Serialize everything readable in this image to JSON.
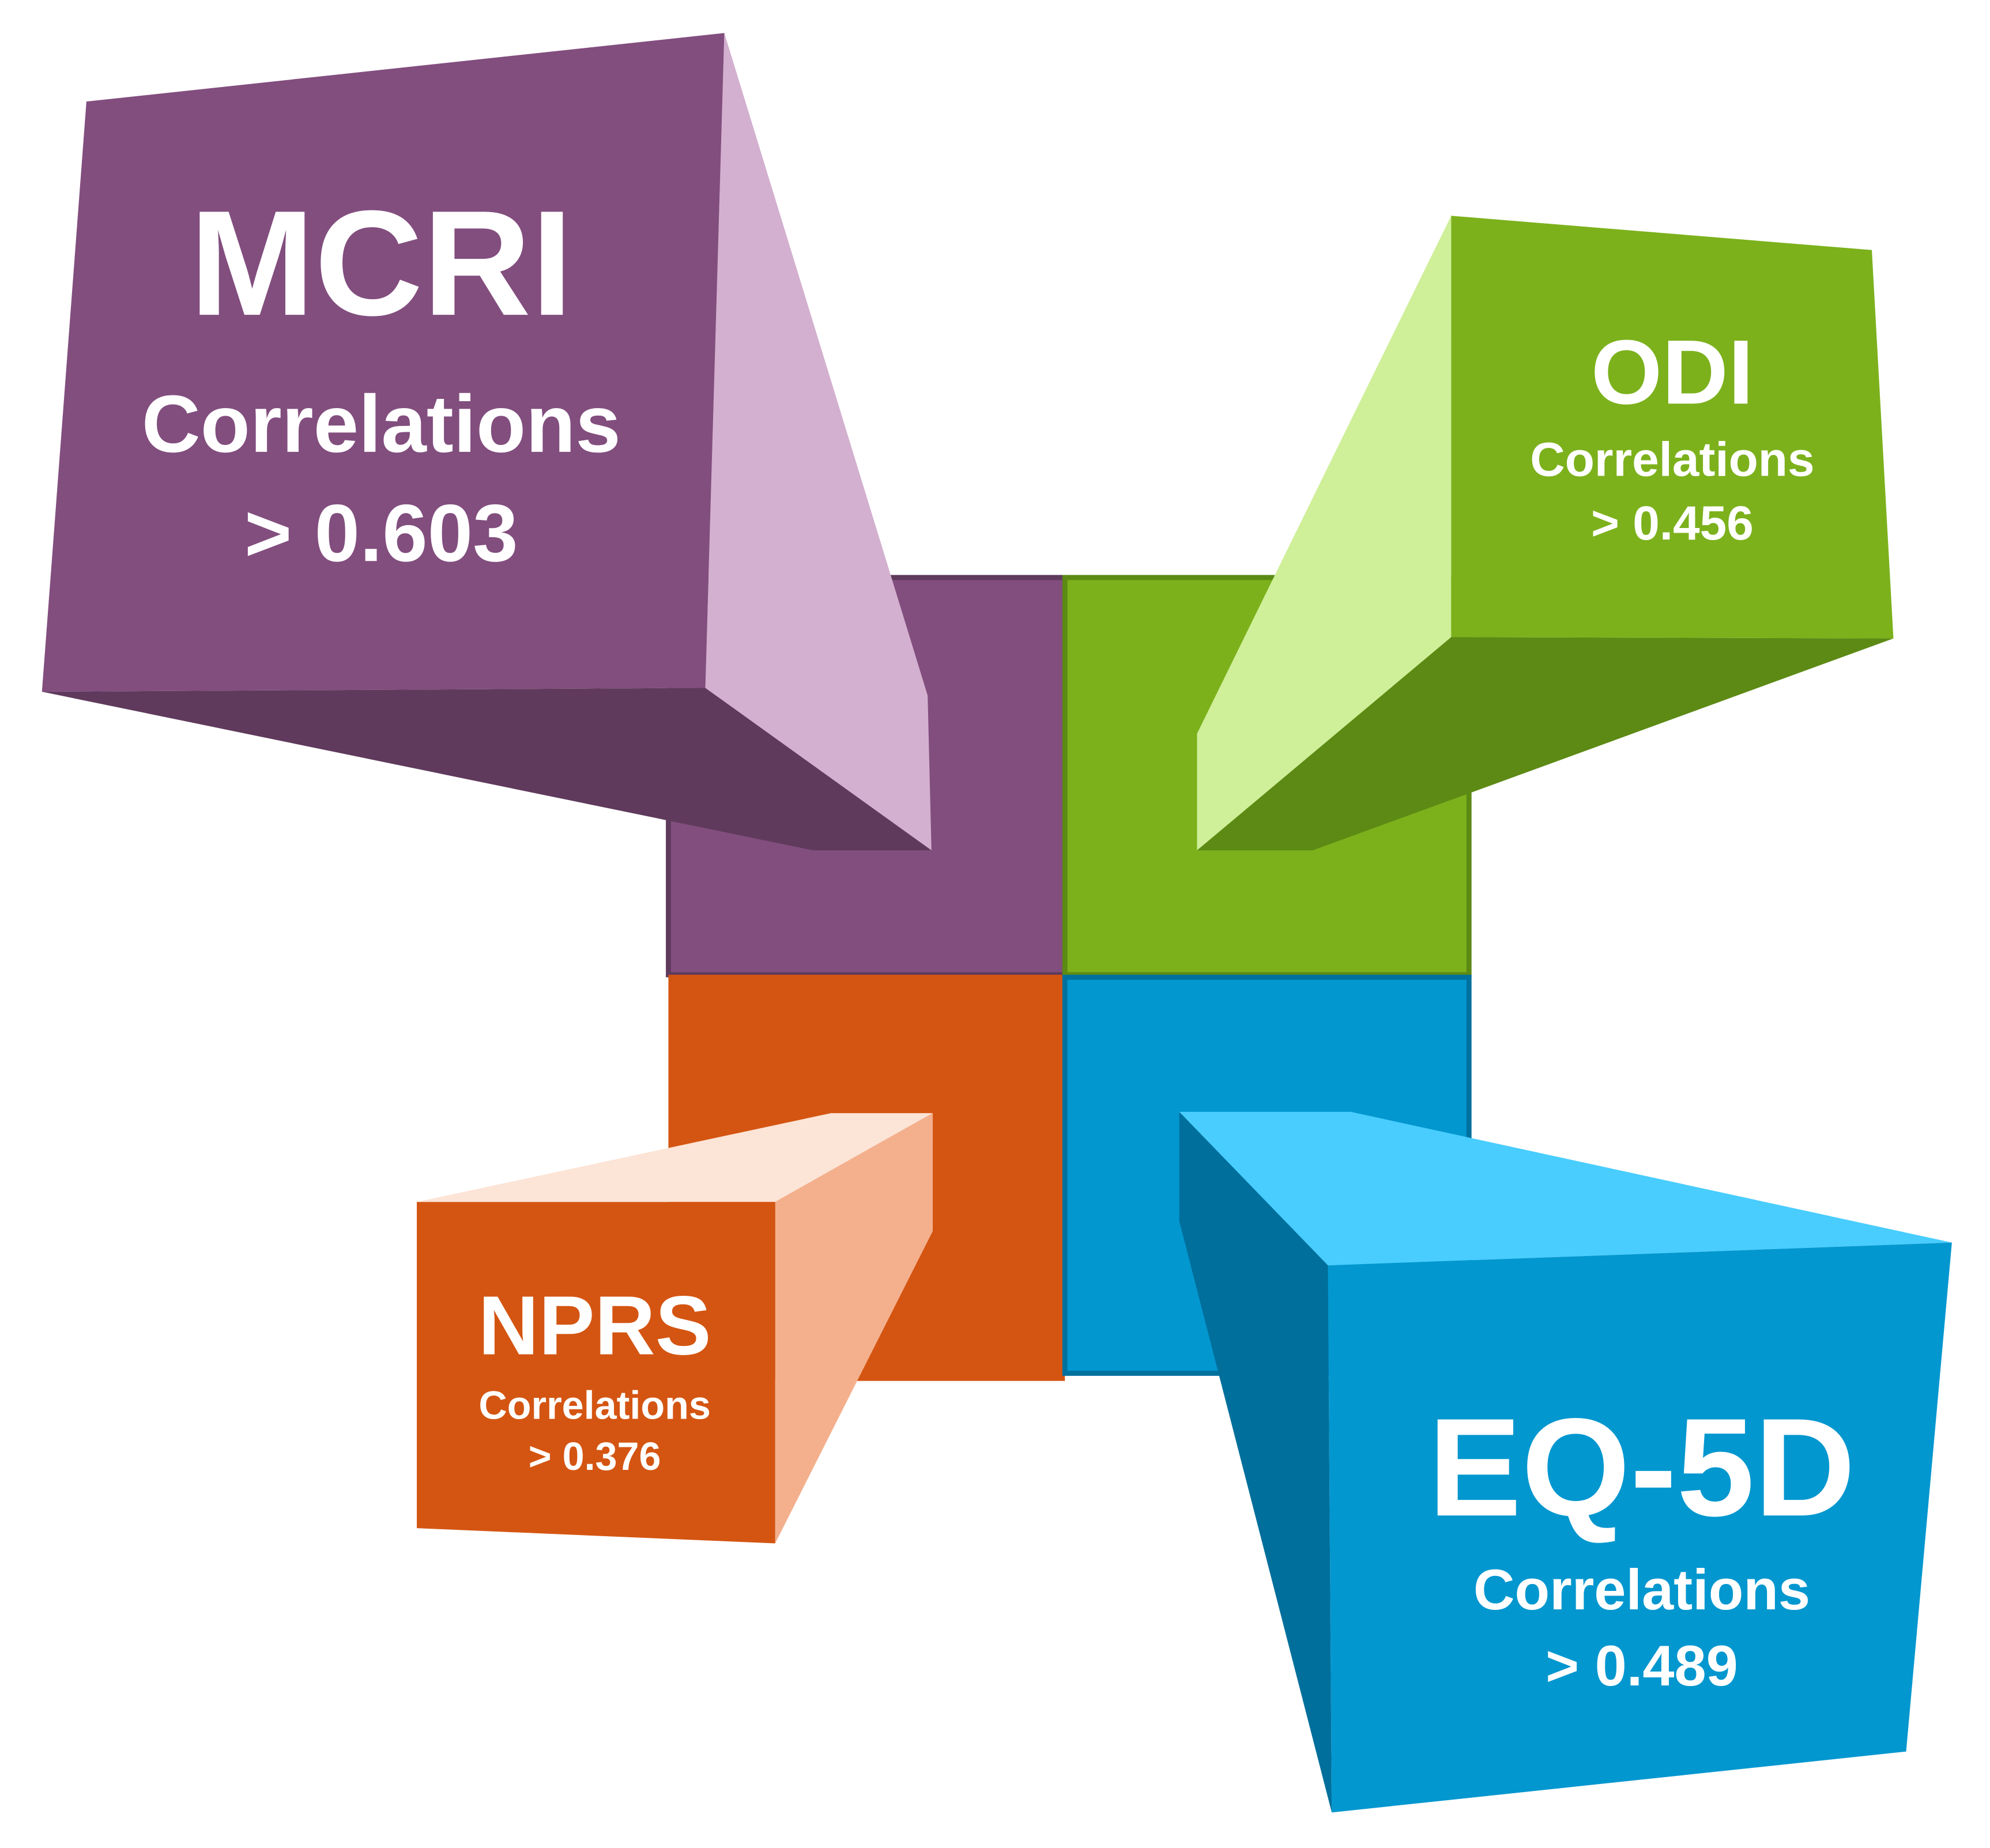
{
  "colors": {
    "background": "#ffffff",
    "purple": "#824e7e",
    "purple_light": "#d3b0cf",
    "purple_dark": "#5f3a5c",
    "green": "#7cb11c",
    "green_light": "#cfef99",
    "green_dark": "#5c8a14",
    "orange": "#d45512",
    "orange_light": "#f4b08d",
    "orange_top": "#fce4d6",
    "blue": "#0397cf",
    "blue_light": "#48cdfe",
    "blue_dark": "#006f9c"
  },
  "panels": {
    "mcri": {
      "title": "MCRI",
      "subtitle": "Correlations",
      "value": "> 0.603"
    },
    "odi": {
      "title": "ODI",
      "subtitle": "Correlations",
      "value": "> 0.456"
    },
    "nprs": {
      "title": "NPRS",
      "subtitle": "Correlations",
      "value": "> 0.376"
    },
    "eq5d": {
      "title": "EQ-5D",
      "subtitle": "Correlations",
      "value": "> 0.489"
    }
  }
}
